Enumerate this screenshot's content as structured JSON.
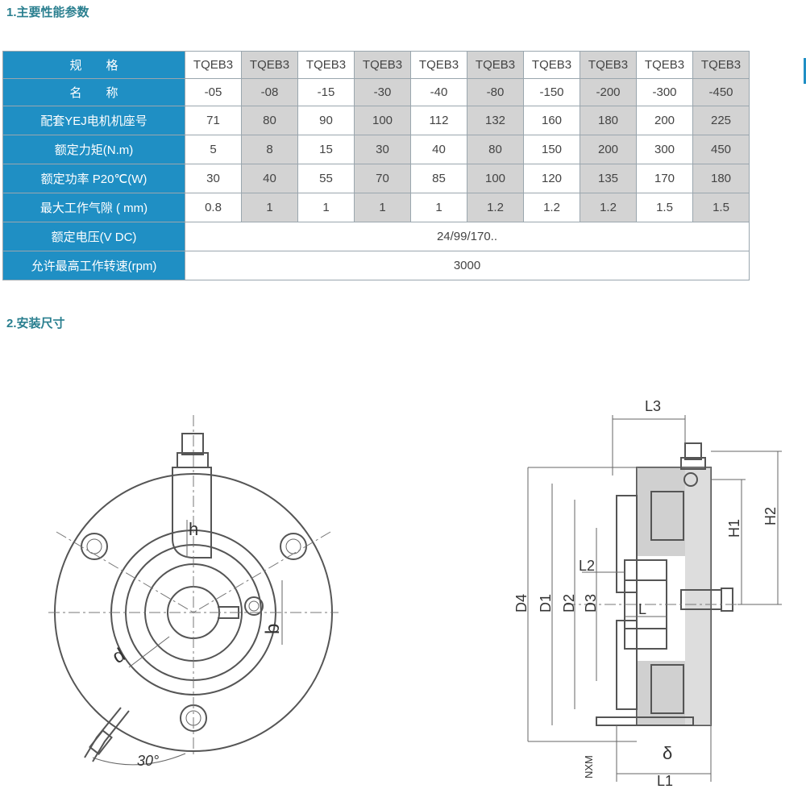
{
  "section1": {
    "title": "1.主要性能参数"
  },
  "section2": {
    "title": "2.安装尺寸"
  },
  "table": {
    "row_labels": {
      "spec": "规　　格",
      "name": "名　　称",
      "frame": "配套YEJ电机机座号",
      "torque": "额定力矩(N.m)",
      "power": "额定功率 P20℃(W)",
      "gap": "最大工作气隙 ( mm)",
      "voltage": "额定电压(V DC)",
      "speed": "允许最高工作转速(rpm)"
    },
    "models": [
      {
        "top": "TQEB3",
        "bottom": "-05"
      },
      {
        "top": "TQEB3",
        "bottom": "-08"
      },
      {
        "top": "TQEB3",
        "bottom": "-15"
      },
      {
        "top": "TQEB3",
        "bottom": "-30"
      },
      {
        "top": "TQEB3",
        "bottom": "-40"
      },
      {
        "top": "TQEB3",
        "bottom": "-80"
      },
      {
        "top": "TQEB3",
        "bottom": "-150"
      },
      {
        "top": "TQEB3",
        "bottom": "-200"
      },
      {
        "top": "TQEB3",
        "bottom": "-300"
      },
      {
        "top": "TQEB3",
        "bottom": "-450"
      }
    ],
    "frame": [
      "71",
      "80",
      "90",
      "100",
      "112",
      "132",
      "160",
      "180",
      "200",
      "225"
    ],
    "torque": [
      "5",
      "8",
      "15",
      "30",
      "40",
      "80",
      "150",
      "200",
      "300",
      "450"
    ],
    "power": [
      "30",
      "40",
      "55",
      "70",
      "85",
      "100",
      "120",
      "135",
      "170",
      "180"
    ],
    "gap": [
      "0.8",
      "1",
      "1",
      "1",
      "1",
      "1.2",
      "1.2",
      "1.2",
      "1.5",
      "1.5"
    ],
    "voltage": "24/99/170..",
    "speed": "3000"
  },
  "drawing": {
    "front": {
      "label_h": "h",
      "label_b": "b",
      "label_d": "d",
      "label_angle": "30°"
    },
    "side": {
      "label_L3": "L3",
      "label_H1": "H1",
      "label_H2": "H2",
      "label_D4": "D4",
      "label_D1": "D1",
      "label_D2": "D2",
      "label_D3": "D3",
      "label_L2": "L2",
      "label_L": "L",
      "label_L1": "L1",
      "label_NxM": "NXM",
      "label_delta": "δ"
    }
  }
}
